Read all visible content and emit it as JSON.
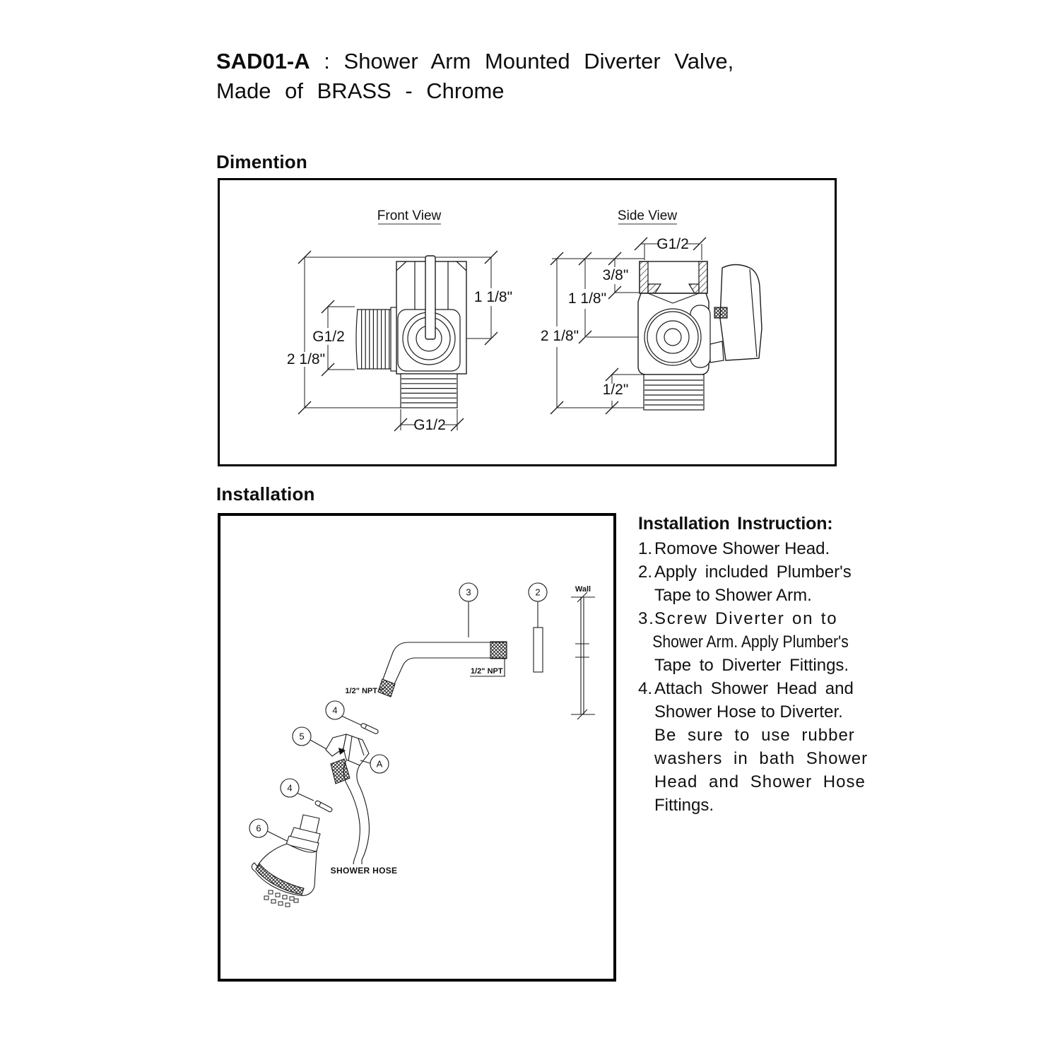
{
  "page": {
    "background": "#ffffff",
    "ink": "#111111"
  },
  "title": {
    "model": "SAD01-A",
    "colon": ":",
    "headline": "Shower Arm Mounted Diverter Valve,",
    "line2": "Made of BRASS - Chrome"
  },
  "dimension_section": {
    "heading": "Dimention",
    "front_view": {
      "label": "Front View",
      "dim_side_thread": "G1/2",
      "dim_overall_height": "2 1/8\"",
      "dim_top_height": "1 1/8\"",
      "dim_bottom_thread": "G1/2"
    },
    "side_view": {
      "label": "Side View",
      "dim_top_thread": "G1/2",
      "dim_top_depth": "3/8\"",
      "dim_center_height": "1 1/8\"",
      "dim_overall_height": "2 1/8\"",
      "dim_bottom_offset": "1/2\""
    }
  },
  "installation_section": {
    "heading": "Installation",
    "diagram": {
      "balloon_shower_arm": "3",
      "balloon_escutcheon": "2",
      "balloon_tape_upper": "4",
      "balloon_diverter": "5",
      "balloon_outlet": "A",
      "balloon_tape_lower": "4",
      "balloon_shower_head": "6",
      "wall_label": "Wall",
      "npt_label_wall_end": "1/2\" NPT",
      "npt_label_outer_end": "1/2\" NPT",
      "hose_label": "SHOWER HOSE"
    },
    "instructions": {
      "heading": "Installation Instruction:",
      "lines": [
        {
          "num": "1.",
          "text": "Romove Shower Head."
        },
        {
          "num": "2.",
          "text": "Apply included Plumber's"
        },
        {
          "num": "",
          "text": "Tape to Shower Arm."
        },
        {
          "num": "3.",
          "text": "Screw Diverter on to"
        },
        {
          "num": "",
          "text": "Shower Arm. Apply Plumber's"
        },
        {
          "num": "",
          "text": "Tape to Diverter Fittings."
        },
        {
          "num": "4.",
          "text": "Attach Shower Head and"
        },
        {
          "num": "",
          "text": "Shower Hose to Diverter."
        },
        {
          "num": "",
          "text": "Be sure to use rubber"
        },
        {
          "num": "",
          "text": "washers in bath Shower"
        },
        {
          "num": "",
          "text": "Head and Shower Hose"
        },
        {
          "num": "",
          "text": "Fittings."
        }
      ]
    }
  }
}
